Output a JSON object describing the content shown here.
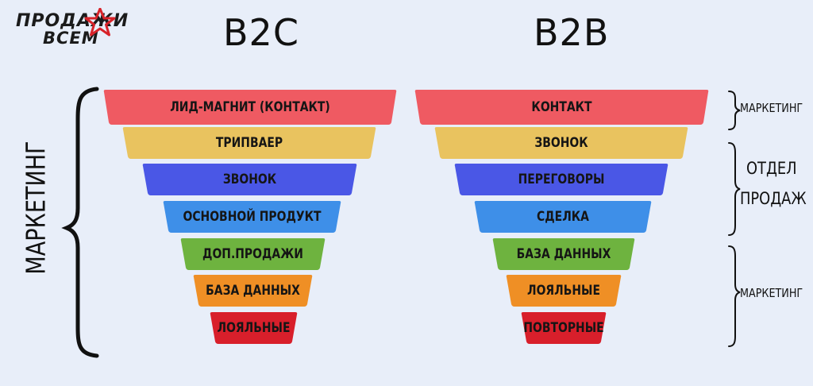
{
  "logo": {
    "line1": "ПРОДАЖИ",
    "line2": "ВСЕМ",
    "star_color": "#d8232a"
  },
  "headings": {
    "b2c": "B2C",
    "b2b": "B2B"
  },
  "left_label": "МАРКЕТИНГ",
  "b2c": {
    "tiers": [
      {
        "label": "ЛИД-МАГНИТ (КОНТАКТ)",
        "color": "#ef5a62"
      },
      {
        "label": "ТРИПВАЕР",
        "color": "#e9c35f"
      },
      {
        "label": "ЗВОНОК",
        "color": "#4a57e6"
      },
      {
        "label": "ОСНОВНОЙ ПРОДУКТ",
        "color": "#3e8fe8"
      },
      {
        "label": "ДОП.ПРОДАЖИ",
        "color": "#6eb33f"
      },
      {
        "label": "БАЗА ДАННЫХ",
        "color": "#ef8f25"
      },
      {
        "label": "ЛОЯЛЬНЫЕ",
        "color": "#d81f2b"
      }
    ]
  },
  "b2b": {
    "tiers": [
      {
        "label": "КОНТАКТ",
        "color": "#ef5a62"
      },
      {
        "label": "ЗВОНОК",
        "color": "#e9c35f"
      },
      {
        "label": "ПЕРЕГОВОРЫ",
        "color": "#4a57e6"
      },
      {
        "label": "СДЕЛКА",
        "color": "#3e8fe8"
      },
      {
        "label": "БАЗА ДАННЫХ",
        "color": "#6eb33f"
      },
      {
        "label": "ЛОЯЛЬНЫЕ",
        "color": "#ef8f25"
      },
      {
        "label": "ПОВТОРНЫЕ",
        "color": "#d81f2b"
      }
    ]
  },
  "right_labels": {
    "top": "МАРКЕТИНГ",
    "middle_line1": "ОТДЕЛ",
    "middle_line2": "ПРОДАЖ",
    "bottom": "МАРКЕТИНГ"
  }
}
